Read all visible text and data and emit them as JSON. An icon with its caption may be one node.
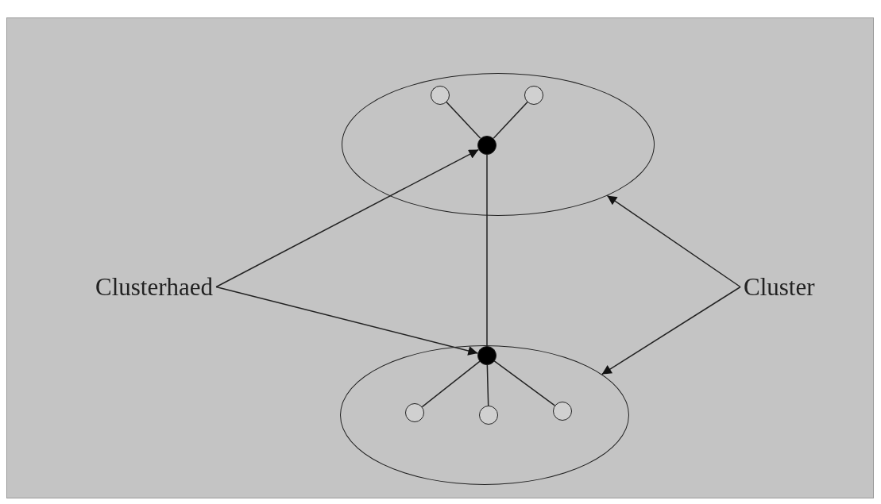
{
  "diagram": {
    "nodes": [
      {
        "text": [],
        "shape": "ellipse"
      },
      {
        "text": [],
        "shape": "ellipse"
      },
      {
        "text": [],
        "shape": "circle",
        "in": 0
      },
      {
        "text": [],
        "shape": "circle",
        "in": 0
      },
      {
        "text": [],
        "shape": "circle",
        "in": 0
      },
      {
        "text": [],
        "shape": "circle",
        "in": 1
      },
      {
        "text": [],
        "shape": "circle",
        "in": 1
      },
      {
        "text": [],
        "shape": "circle",
        "in": 1
      },
      {
        "text": [],
        "shape": "circle",
        "in": 1
      },
      {
        "text": [
          "Clusterhaed"
        ]
      },
      {
        "text": [
          "Cluster"
        ]
      }
    ],
    "edges": [
      {
        "from": 2,
        "to": 4,
        "arrow": "none"
      },
      {
        "from": 3,
        "to": 4,
        "arrow": "none"
      },
      {
        "from": 4,
        "to": 5,
        "arrow": "none"
      },
      {
        "from": 5,
        "to": 6,
        "arrow": "none"
      },
      {
        "from": 5,
        "to": 7,
        "arrow": "none"
      },
      {
        "from": 5,
        "to": 8,
        "arrow": "none"
      },
      {
        "from": 9,
        "to": 4,
        "arrow": "to"
      },
      {
        "from": 9,
        "to": 5,
        "arrow": "to"
      },
      {
        "from": 10,
        "to": 0,
        "arrow": "to"
      },
      {
        "from": 10,
        "to": 1,
        "arrow": "to"
      }
    ]
  }
}
